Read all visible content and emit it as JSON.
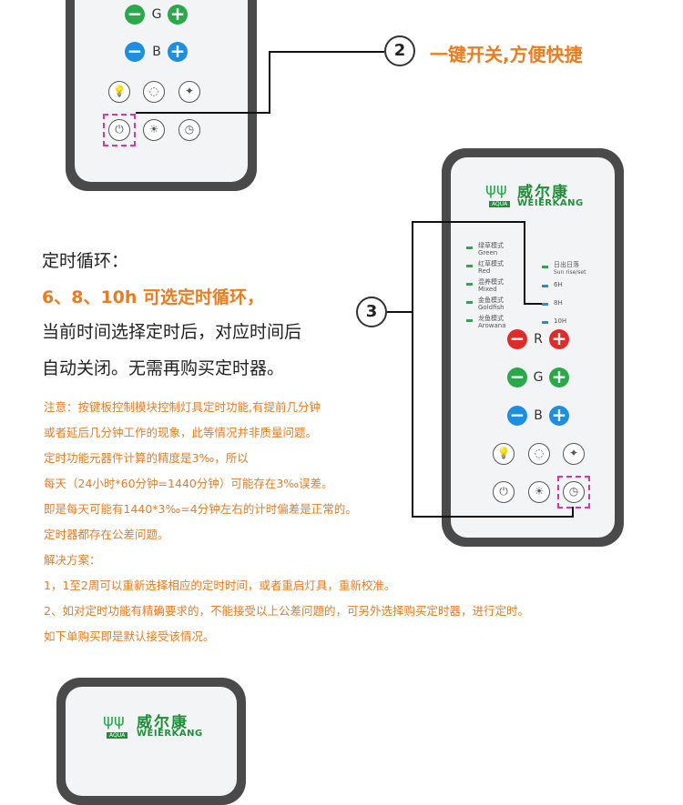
{
  "callout2": {
    "number": "2",
    "text": "一键开关,方便快捷"
  },
  "callout3": {
    "number": "3"
  },
  "remote_top": {
    "channels": [
      "G",
      "B"
    ]
  },
  "remote_right": {
    "logo_cn": "威尔康",
    "logo_en": "WEIERKANG",
    "logo_aqua": "AQUA",
    "modes": [
      {
        "cn": "绿草模式",
        "en": "Green"
      },
      {
        "cn": "红草模式",
        "en": "Red"
      },
      {
        "cn": "混养模式",
        "en": "Mixed"
      },
      {
        "cn": "金鱼模式",
        "en": "Goldfish"
      },
      {
        "cn": "龙鱼模式",
        "en": "Arowana"
      }
    ],
    "timers": [
      {
        "cn": "日出日落",
        "en": "Sun rise/set"
      },
      {
        "label": "6H"
      },
      {
        "label": "8H"
      },
      {
        "label": "10H"
      }
    ],
    "channels": [
      "R",
      "G",
      "B"
    ]
  },
  "remote_bottom": {
    "logo_cn": "威尔康",
    "logo_en": "WEIERKANG",
    "logo_aqua": "AQUA"
  },
  "section": {
    "title": "定时循环：",
    "subtitle": "6、8、10h 可选定时循环，",
    "line1": "当前时间选择定时后，对应时间后",
    "line2": "自动关闭。无需再购买定时器。"
  },
  "notes": [
    "注意：按键板控制模块控制灯具定时功能,有提前几分钟",
    "或者延后几分钟工作的现象，此等情况并非质量问题。",
    "定时功能元器件计算的精度是3‰，所以",
    "每天（24小时*60分钟=1440分钟）可能存在3‰误差。",
    "即是每天可能有1440*3‰=4分钟左右的计时偏差是正常的。",
    "定时器都存在公差问题。",
    "解决方案：",
    "1，1至2周可以重新选择相应的定时时间，或者重启灯具，重新校准。",
    "2、如对定时功能有精确要求的，不能接受以上公差问题的，可另外选择购买定时器，进行定时。",
    "如下单购买即是默认接受该情况。"
  ],
  "colors": {
    "orange": "#f07a1e",
    "green": "#2aa84a",
    "blue": "#1e8ee0",
    "red": "#e02b2b",
    "shell": "#4a4a4a",
    "highlight": "#e0349a"
  }
}
